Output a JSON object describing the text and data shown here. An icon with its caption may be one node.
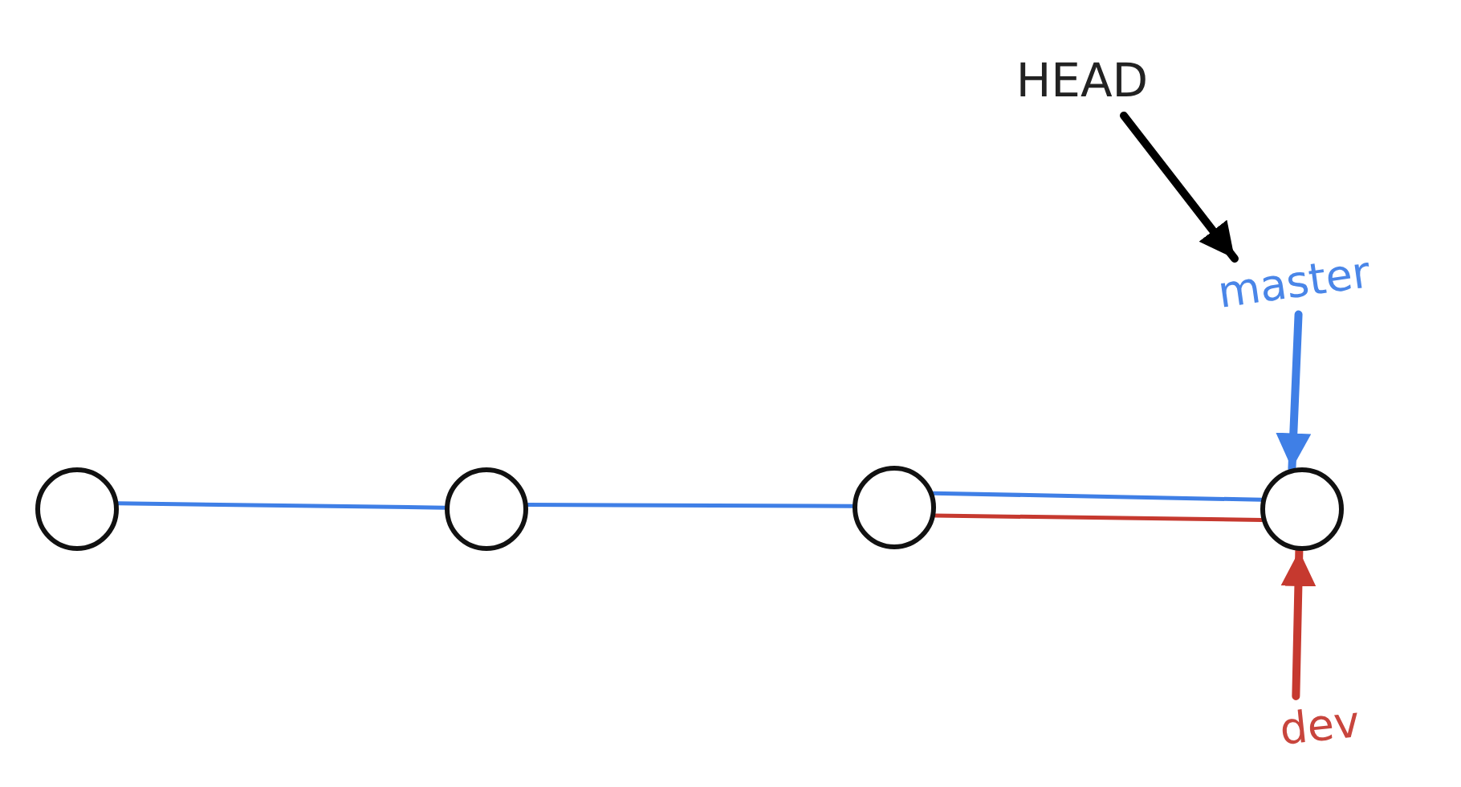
{
  "diagram": {
    "nodes": [
      {
        "text": [
          "HEAD"
        ]
      },
      {
        "text": [
          "master"
        ]
      },
      {
        "text": [],
        "shape": "circle"
      },
      {
        "text": [],
        "shape": "circle"
      },
      {
        "text": [],
        "shape": "circle"
      },
      {
        "text": [],
        "shape": "circle"
      },
      {
        "text": [
          "dev"
        ]
      }
    ],
    "edges": [
      {
        "from": 2,
        "to": 3,
        "arrow": "none"
      },
      {
        "from": 3,
        "to": 4,
        "arrow": "none"
      },
      {
        "from": 4,
        "to": 5,
        "arrow": "none"
      },
      {
        "from": 4,
        "to": 5,
        "arrow": "none",
        "color": "#c6392f"
      },
      {
        "from": 0,
        "to": 1,
        "arrow": "to",
        "style": "thick",
        "color": "#000000"
      },
      {
        "from": 1,
        "to": 5,
        "arrow": "to",
        "style": "thick"
      },
      {
        "from": 6,
        "to": 5,
        "arrow": "to",
        "style": "thick",
        "color": "#c6392f"
      }
    ]
  }
}
